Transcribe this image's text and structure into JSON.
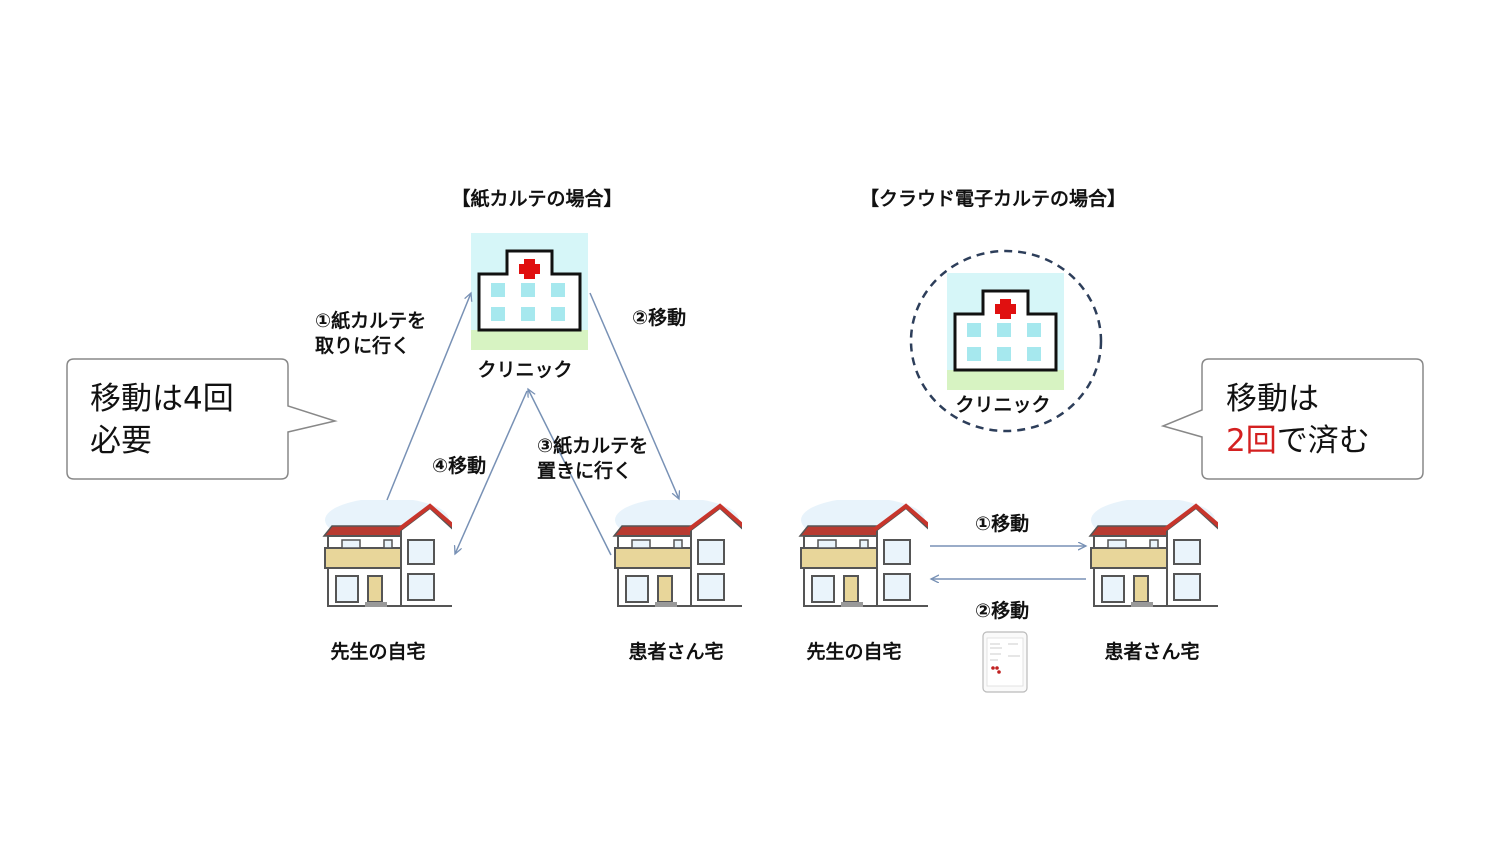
{
  "paper": {
    "title": "【紙カルテの場合】",
    "clinic_label": "クリニック",
    "home_label": "先生の自宅",
    "patient_label": "患者さん宅",
    "step1_line1": "①紙カルテを",
    "step1_line2": "取りに行く",
    "step2": "②移動",
    "step3_line1": "③紙カルテを",
    "step3_line2": "置きに行く",
    "step4": "④移動",
    "callout_line1": "移動は4回",
    "callout_line2": "必要"
  },
  "cloud": {
    "title": "【クラウド電子カルテの場合】",
    "clinic_label": "クリニック",
    "home_label": "先生の自宅",
    "patient_label": "患者さん宅",
    "step1": "①移動",
    "step2": "②移動",
    "callout_line1": "移動は",
    "callout_highlight": "2回",
    "callout_rest": "で済む"
  },
  "colors": {
    "highlight": "#d42020",
    "arrow": "#7891b5",
    "roof": "#c8352c"
  }
}
